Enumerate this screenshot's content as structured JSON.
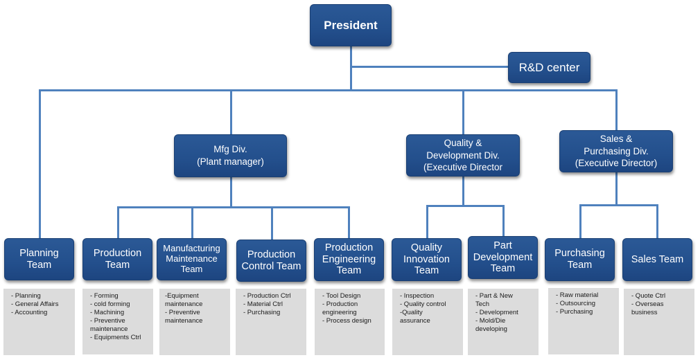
{
  "colors": {
    "node_fill": "#234f8c",
    "connector": "#4f81bd",
    "duty_fill": "#dcdcdc"
  },
  "president": {
    "label": "President"
  },
  "rd_center": {
    "label": "R&D center"
  },
  "divisions": [
    {
      "label": "Mfg Div.\n(Plant manager)"
    },
    {
      "label": "Quality &\nDevelopment Div.\n(Executive Director"
    },
    {
      "label": "Sales &\nPurchasing Div.\n(Executive Director)"
    }
  ],
  "teams": [
    {
      "label": "Planning\nTeam",
      "duties": [
        "- Planning",
        "- General Affairs",
        "- Accounting"
      ]
    },
    {
      "label": "Production\nTeam",
      "duties": [
        "- Forming",
        "- cold forming",
        "- Machining",
        "- Preventive\nmaintenance",
        "- Equipments Ctrl"
      ]
    },
    {
      "label": "Manufacturing\nMaintenance\nTeam",
      "duties": [
        "-Equipment\nmaintenance",
        "- Preventive\nmaintenance"
      ]
    },
    {
      "label": "Production\nControl Team",
      "duties": [
        "- Production Ctrl",
        "- Material Ctrl",
        "- Purchasing"
      ]
    },
    {
      "label": "Production\nEngineering\nTeam",
      "duties": [
        "- Tool Design",
        "- Production\nengineering",
        "- Process design"
      ]
    },
    {
      "label": "Quality\nInnovation\nTeam",
      "duties": [
        "- Inspection",
        "- Quality control",
        " -Quality\nassurance"
      ]
    },
    {
      "label": "Part\nDevelopment\nTeam",
      "duties": [
        "- Part & New\nTech",
        "- Development",
        "- Mold/Die\ndeveloping"
      ]
    },
    {
      "label": "Purchasing\nTeam",
      "duties": [
        "- Raw material",
        "- Outsourcing",
        "- Purchasing"
      ]
    },
    {
      "label": "Sales Team",
      "duties": [
        "- Quote Ctrl",
        "- Overseas\nbusiness"
      ]
    }
  ]
}
